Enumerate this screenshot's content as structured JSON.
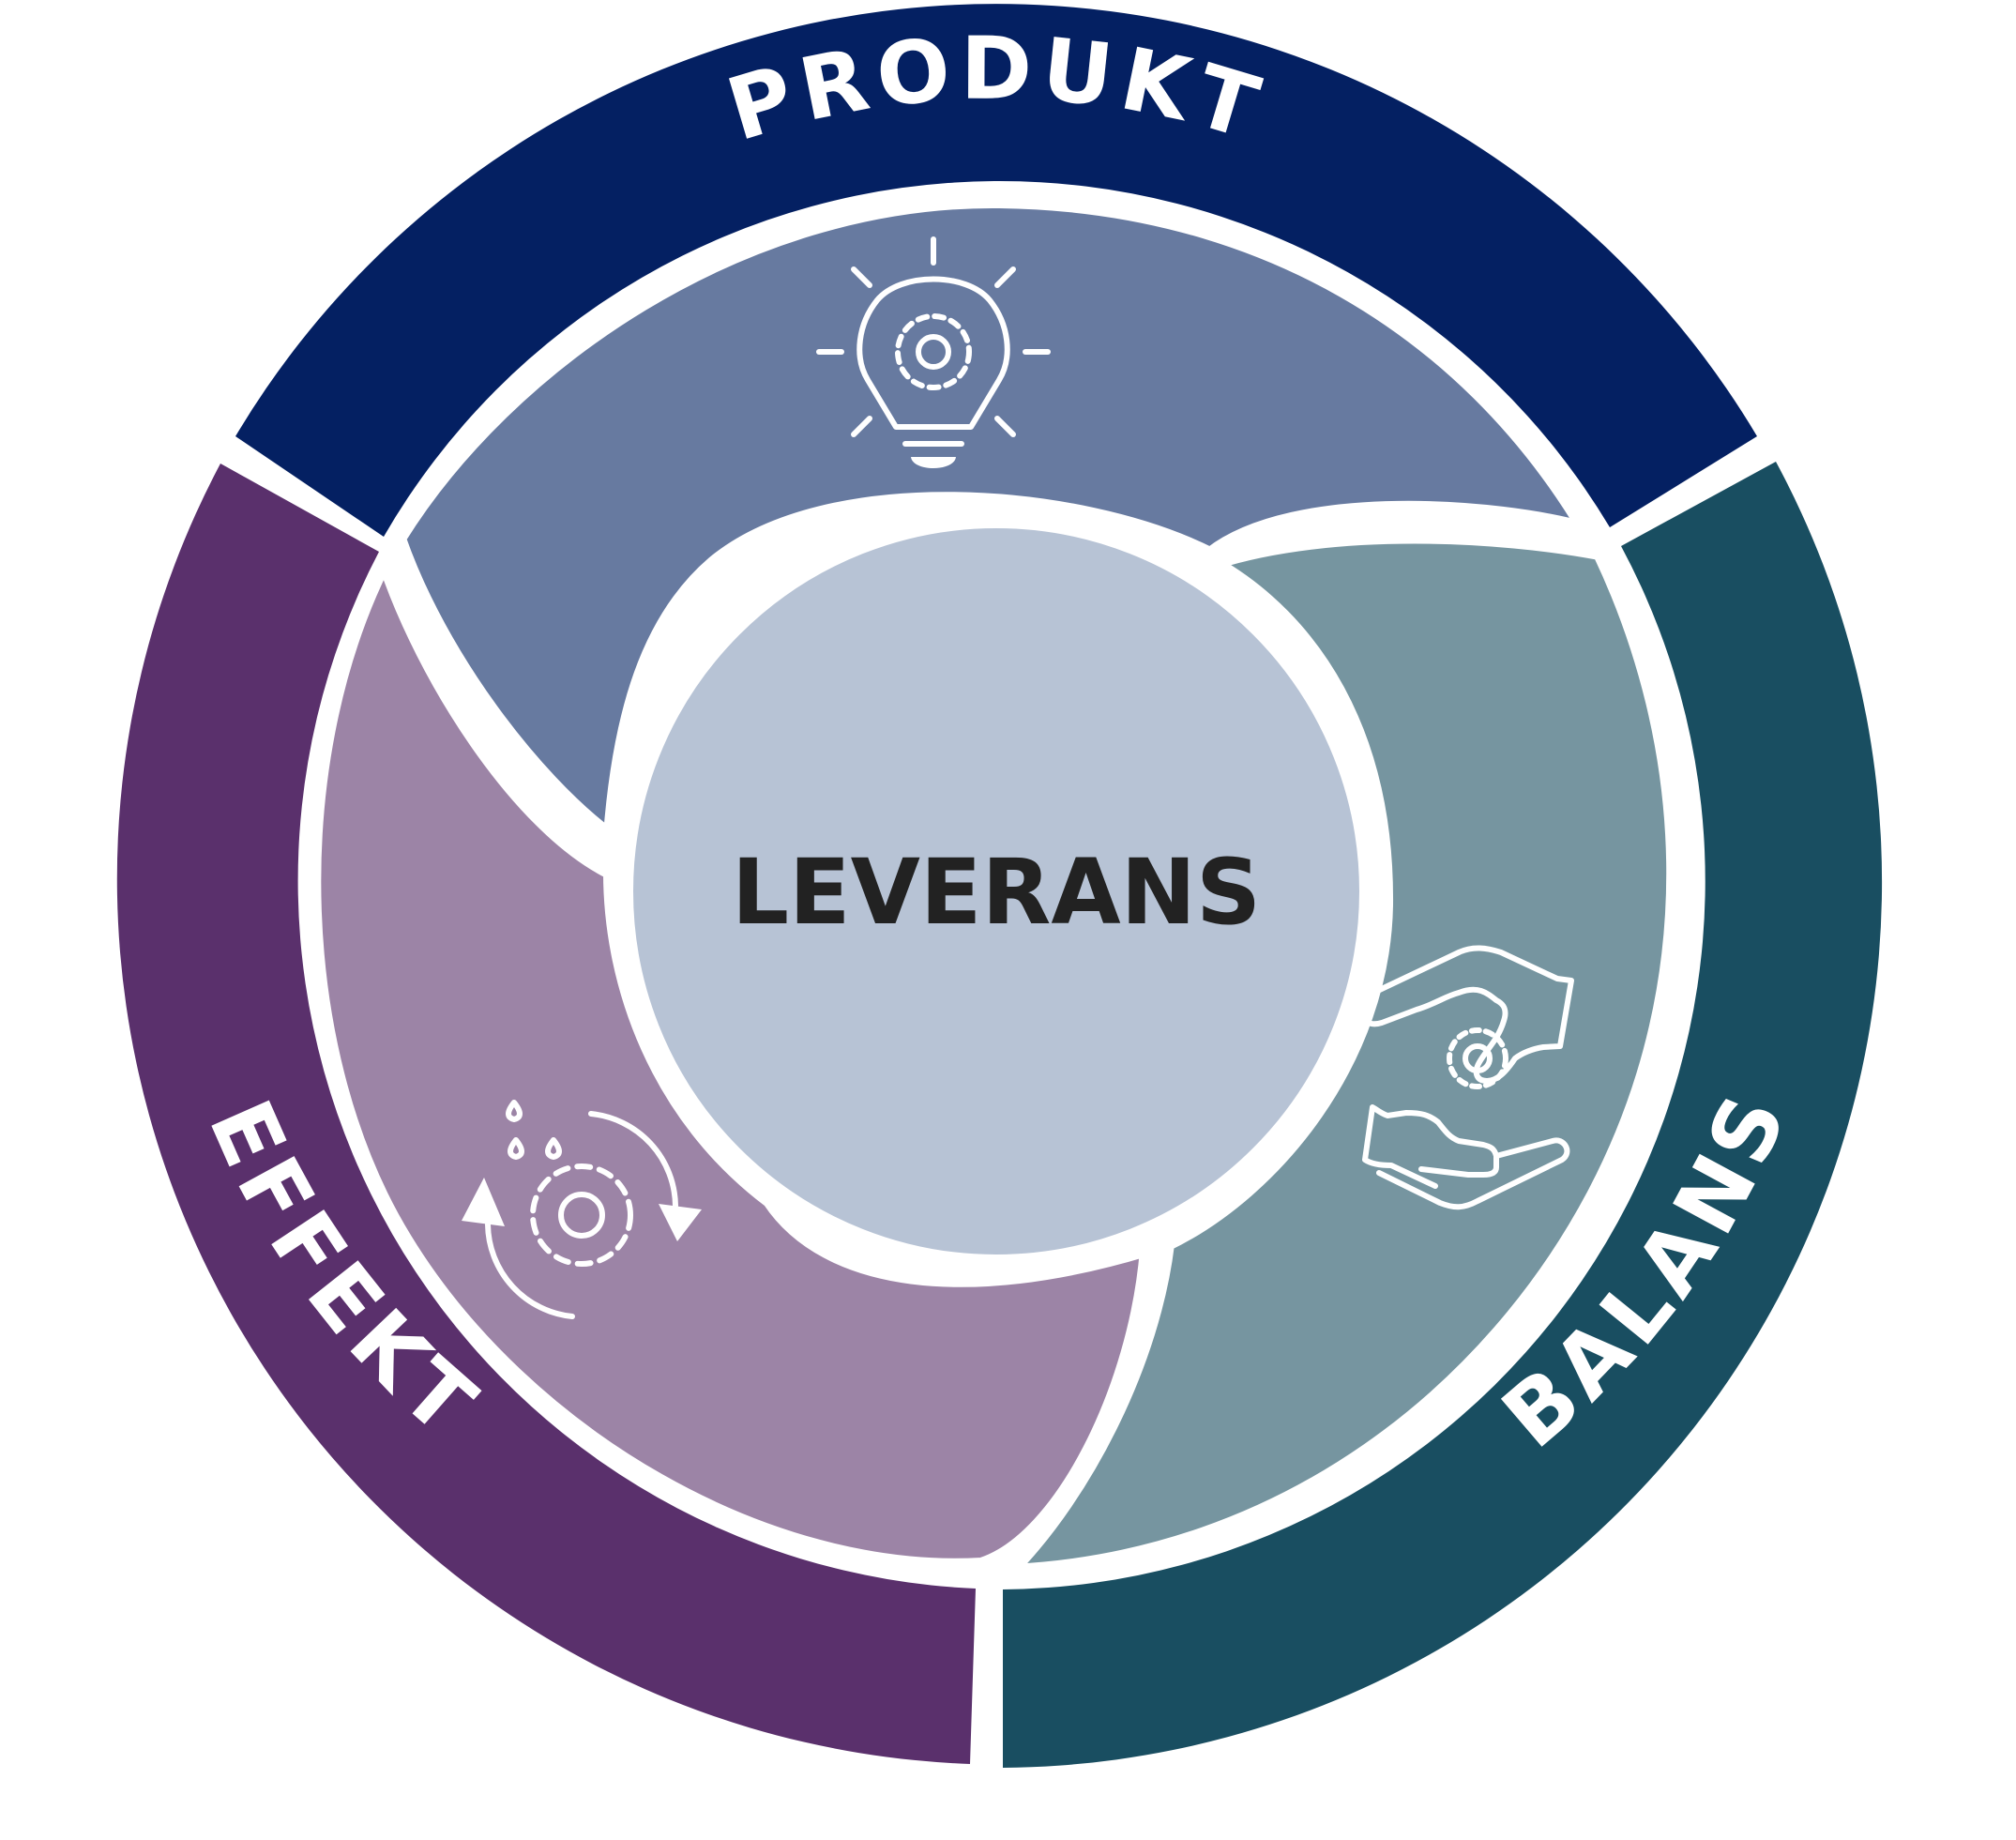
{
  "diagram": {
    "center_label": "LEVERANS",
    "segments": [
      {
        "label": "PRODUKT",
        "icon": "lightbulb-gear-icon"
      },
      {
        "label": "BALANS",
        "icon": "hands-gear-icon"
      },
      {
        "label": "EFFEKT",
        "icon": "gear-cycle-icon"
      }
    ],
    "colors": {
      "produkt_ring": "#042062",
      "produkt_petal": "#677aa0",
      "balans_ring": "#194e61",
      "balans_petal": "#7695a0",
      "effekt_ring": "#5a306c",
      "effekt_petal": "#9c84a6",
      "center": "#b7c3d5",
      "center_text": "#222222"
    }
  }
}
